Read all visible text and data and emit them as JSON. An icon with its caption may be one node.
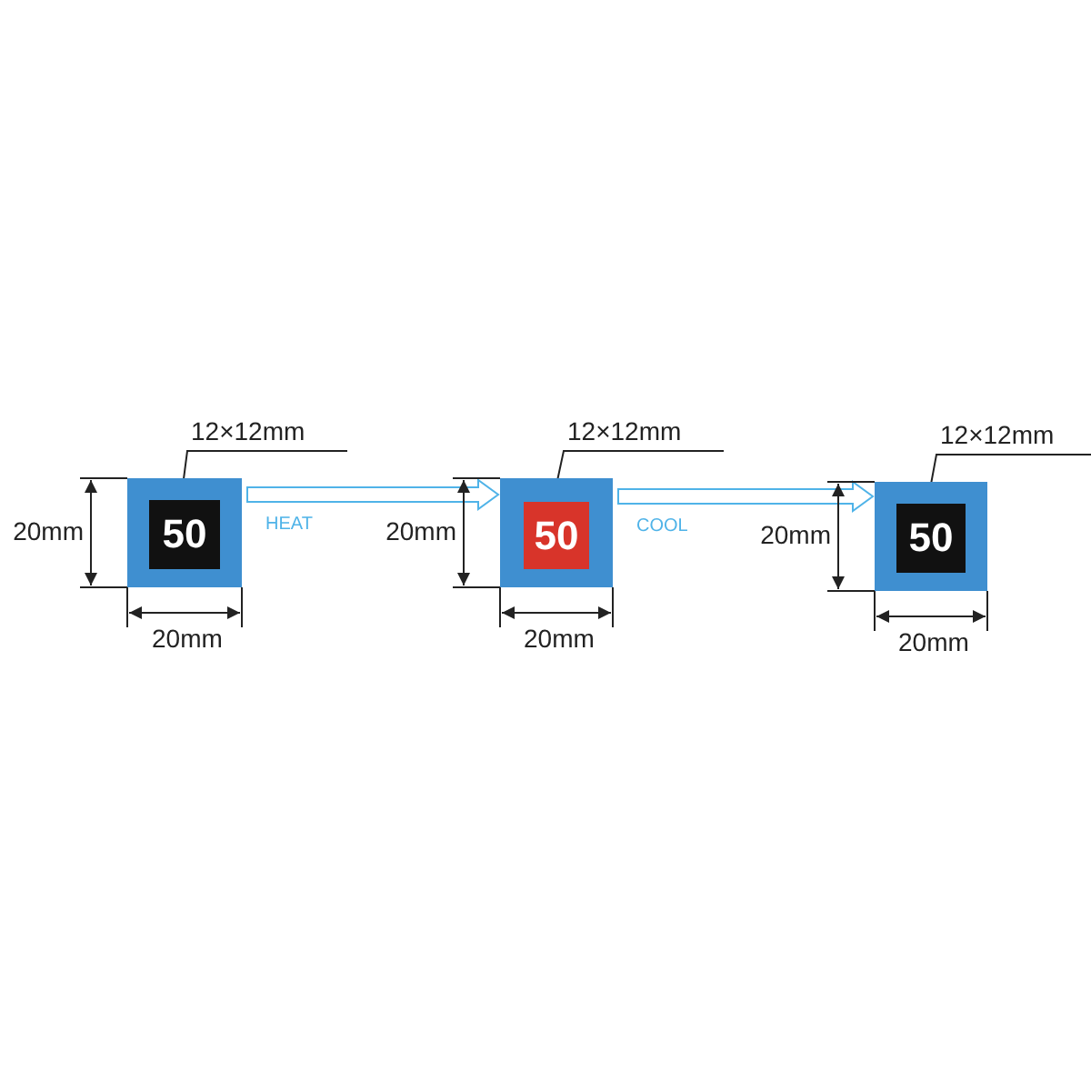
{
  "diagram": {
    "nodes": [
      {
        "text": [],
        "shape": "box"
      },
      {
        "text": [
          "50"
        ],
        "in": 0
      },
      {
        "text": [
          "12×12mm"
        ]
      },
      {
        "text": [],
        "shape": "box"
      },
      {
        "text": [
          "50"
        ],
        "in": 3
      },
      {
        "text": [
          "12×12mm"
        ]
      },
      {
        "text": [],
        "shape": "box"
      },
      {
        "text": [
          "50"
        ],
        "in": 6
      },
      {
        "text": [
          "12×12mm"
        ]
      }
    ],
    "edges": [
      {
        "from": 0,
        "to": 3,
        "arrow": "to",
        "label": "HEAT",
        "color": "#4fb3e8"
      },
      {
        "from": 3,
        "to": 6,
        "arrow": "to",
        "label": "COOL",
        "color": "#4fb3e8"
      },
      {
        "from": 2,
        "to": 1,
        "arrow": "none"
      },
      {
        "from": 5,
        "to": 4,
        "arrow": "none"
      },
      {
        "from": 8,
        "to": 7,
        "arrow": "none"
      }
    ],
    "labels": [
      "20mm",
      "20mm",
      "20mm",
      "20mm",
      "20mm",
      "20mm"
    ]
  }
}
